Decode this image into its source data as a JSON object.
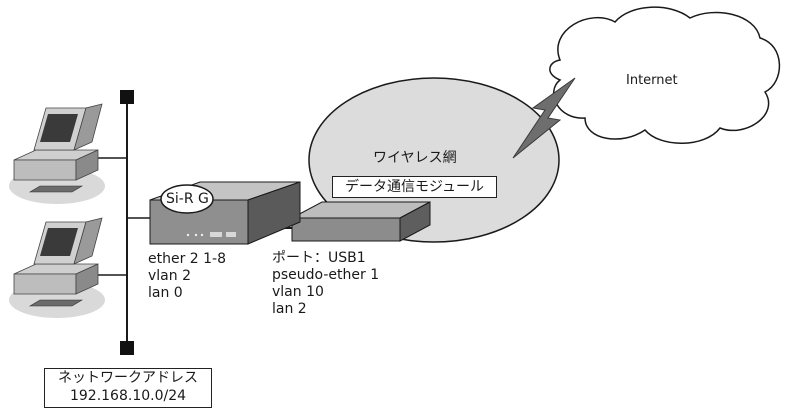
{
  "cloud": {
    "label": "Internet"
  },
  "wireless": {
    "label": "ワイヤレス網"
  },
  "module": {
    "label": "データ通信モジュール"
  },
  "router": {
    "badge": "Si-R G",
    "lan_side": [
      "ether 2 1-8",
      "vlan 2",
      "lan 0"
    ]
  },
  "usb_side": [
    "ポート：USB1",
    "pseudo-ether 1",
    "vlan 10",
    "lan 2"
  ],
  "network": {
    "caption": "ネットワークアドレス",
    "address": "192.168.10.0/24"
  },
  "colors": {
    "line": "#1a1a1a",
    "bubble_fill": "#dcdcdc",
    "device_gray": "#8c8c8c",
    "pc_body": "#d9d9d9"
  }
}
